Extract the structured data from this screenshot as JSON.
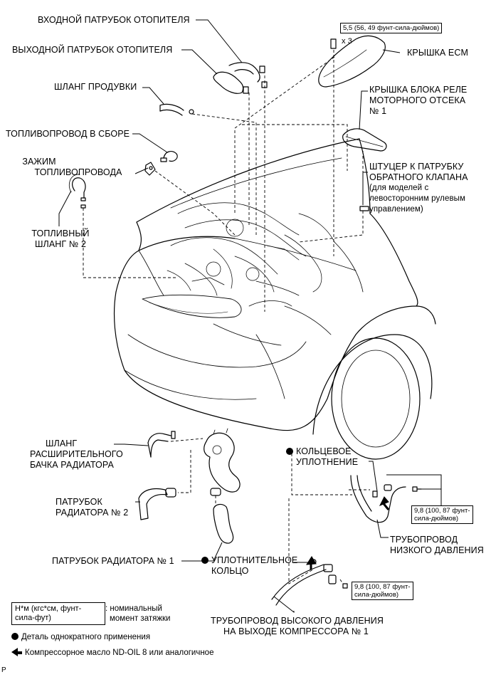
{
  "labels": {
    "heater_inlet": "ВХОДНОЙ ПАТРУБОК ОТОПИТЕЛЯ",
    "heater_outlet": "ВЫХОДНОЙ ПАТРУБОК ОТОПИТЕЛЯ",
    "purge_hose": "ШЛАНГ ПРОДУВКИ",
    "fuel_pipe_assy": "ТОПЛИВОПРОВОД В СБОРЕ",
    "fuel_pipe_clamp_1": "ЗАЖИМ",
    "fuel_pipe_clamp_2": "ТОПЛИВОПРОВОДА",
    "fuel_hose_1": "ТОПЛИВНЫЙ",
    "fuel_hose_2": "ШЛАНГ № 2",
    "ecm_cover": "КРЫШКА ECM",
    "relay_cover_1": "КРЫШКА БЛОКА РЕЛЕ",
    "relay_cover_2": "МОТОРНОГО ОТСЕКА",
    "relay_cover_3": "№ 1",
    "union_1": "ШТУЦЕР К ПАТРУБКУ",
    "union_2": "ОБРАТНОГО КЛАПАНА",
    "union_3": "(для моделей с",
    "union_4": "левосторонним рулевым",
    "union_5": "управлением)",
    "reservoir_hose_1": "ШЛАНГ",
    "reservoir_hose_2": "РАСШИРИТЕЛЬНОГО",
    "reservoir_hose_3": "БАЧКА РАДИАТОРА",
    "rad_hose2_1": "ПАТРУБОК",
    "rad_hose2_2": "РАДИАТОРА № 2",
    "rad_hose1": "ПАТРУБОК РАДИАТОРА № 1",
    "oring_top_1": "КОЛЬЦЕВОЕ",
    "oring_top_2": "УПЛОТНЕНИЕ",
    "lp_pipe_1": "ТРУБОПРОВОД",
    "lp_pipe_2": "НИЗКОГО ДАВЛЕНИЯ",
    "oring_bot_1": "УПЛОТНИТЕЛЬНОЕ",
    "oring_bot_2": "КОЛЬЦО",
    "hp_pipe_1": "ТРУБОПРОВОД ВЫСОКОГО ДАВЛЕНИЯ",
    "hp_pipe_2": "НА ВЫХОДЕ КОМПРЕССОРА № 1"
  },
  "torques": {
    "ecm": "5,5 (56, 49 фунт-сила-дюймов)",
    "ecm_qty": "x 3",
    "lp_1": "9,8 (100, 87 фунт-",
    "lp_2": "сила-дюймов)",
    "hp_1": "9,8 (100, 87 фунт-",
    "hp_2": "сила-дюймов)"
  },
  "legend": {
    "unit_1": "Н*м (кгс*см, фунт-",
    "unit_2": "сила-фут)",
    "unit_desc_1": ": номинальный",
    "unit_desc_2": "момент затяжки",
    "non_reusable": "Деталь однократного применения",
    "oil": "Компрессорное масло ND-OIL 8 или аналогичное"
  },
  "footer": "P"
}
